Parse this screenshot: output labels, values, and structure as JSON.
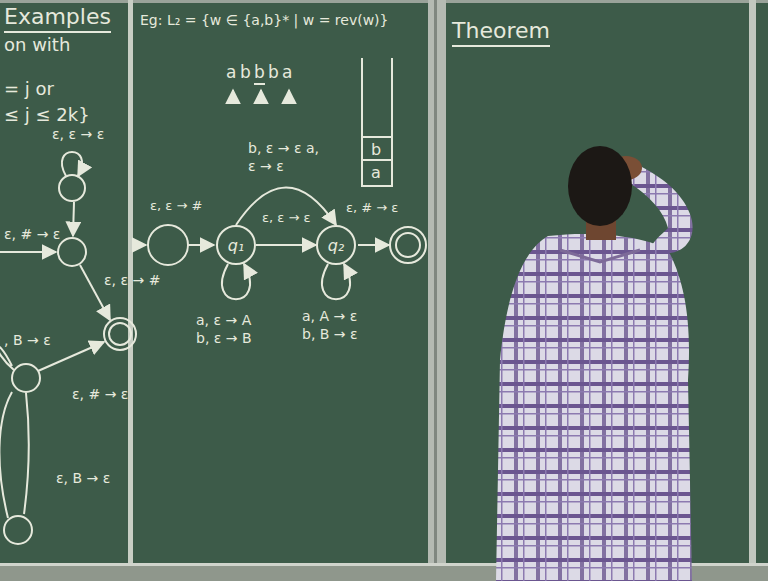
{
  "diagram": {
    "nodes": [
      {
        "text": [
          "q₁"
        ]
      },
      {
        "text": [
          "q₂"
        ]
      }
    ],
    "edges": [
      {
        "from": 0,
        "to": 1,
        "arrow": "to",
        "label": "ε, ε → ε"
      },
      {
        "from": 0,
        "to": 1,
        "arrow": "to",
        "label": "b, ε → ε a, ε → ε"
      },
      {
        "from": 0,
        "to": 0,
        "arrow": "to",
        "label": "a, ε → A b, ε → B"
      },
      {
        "from": 1,
        "to": 1,
        "arrow": "to",
        "label": "a, A → ε b, B → ε"
      }
    ],
    "labels": [
      "Examples",
      "on with",
      "= j or",
      "≤ j ≤ 2k}",
      "ε, ε → ε",
      "ε, # → ε",
      "ε, ε → #",
      ", B → ε",
      "ε, # → ε",
      "ε, B → ε",
      "Eg: L₂ = {w ∈ {a,b}* | w = rev(w)}",
      "a",
      "b",
      "b",
      "b",
      "a",
      "b",
      "a",
      "ε, ε → #",
      "ε, # → ε",
      "Theorem"
    ]
  }
}
